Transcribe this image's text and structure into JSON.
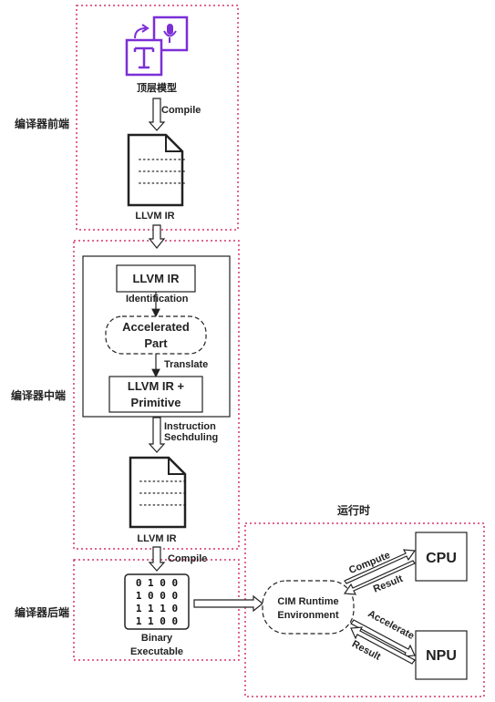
{
  "stages": {
    "frontend": "编译器前端",
    "middle": "编译器中端",
    "backend": "编译器后端",
    "runtime": "运行时"
  },
  "nodes": {
    "top_model": "顶层模型",
    "llvm_ir_doc_1": "LLVM IR",
    "llvm_ir_box": "LLVM IR",
    "accelerated_part_line1": "Accelerated",
    "accelerated_part_line2": "Part",
    "primitive_line1": "LLVM IR +",
    "primitive_line2": "Primitive",
    "llvm_ir_doc_2": "LLVM IR",
    "binary_line1": "Binary",
    "binary_line2": "Executable",
    "cim_runtime_line1": "CIM Runtime",
    "cim_runtime_line2": "Environment",
    "cpu": "CPU",
    "npu": "NPU"
  },
  "edges": {
    "compile_1": "Compile",
    "identification": "Identification",
    "translate": "Translate",
    "instruction_line1": "Instruction",
    "instruction_line2": "Sechduling",
    "compile_2": "Compile",
    "compute": "Compute",
    "result_cpu": "Result",
    "accelerate": "Accelerate",
    "result_npu": "Result"
  },
  "document_lines": [
    "-----------",
    "-----------",
    "-----------"
  ],
  "binary_rows": [
    "0 1 0 0",
    "1 0 0 0",
    "1 1 1 0",
    "1 1 0 0"
  ],
  "colors": {
    "stage_border": "#d6336c",
    "icon_purple": "#7b2fd6",
    "ink": "#222222"
  }
}
